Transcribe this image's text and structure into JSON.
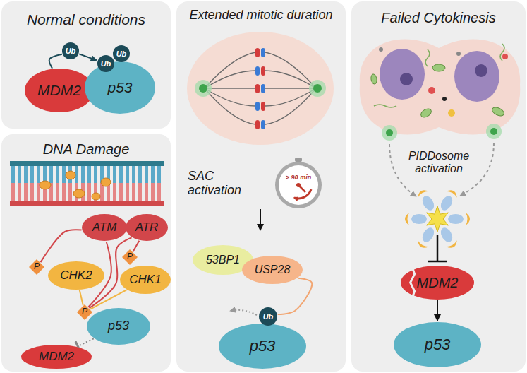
{
  "diagram": {
    "nodes": [
      {
        "text": [
          "Normal conditions"
        ]
      },
      {
        "text": [
          "MDM2"
        ],
        "in": 0
      },
      {
        "text": [
          "Ub"
        ],
        "in": 0
      },
      {
        "text": [
          "p53"
        ],
        "in": 0
      },
      {
        "text": [
          "Ub"
        ],
        "in": 0
      },
      {
        "text": [
          "Ub"
        ],
        "in": 0
      },
      {
        "text": [
          "DNA Damage"
        ]
      },
      {
        "text": [
          "ATM"
        ],
        "in": 6
      },
      {
        "text": [
          "ATR"
        ],
        "in": 6
      },
      {
        "text": [
          "CHK2"
        ],
        "in": 6
      },
      {
        "text": [
          "P"
        ],
        "in": 6
      },
      {
        "text": [
          "CHK1"
        ],
        "in": 6
      },
      {
        "text": [
          "P"
        ],
        "in": 6
      },
      {
        "text": [
          "p53"
        ],
        "in": 6
      },
      {
        "text": [
          "P"
        ],
        "in": 6
      },
      {
        "text": [
          "MDM2"
        ],
        "in": 6
      },
      {
        "text": [
          "Extended mitotic duration"
        ]
      },
      {
        "text": [
          "53BP1"
        ],
        "in": 16
      },
      {
        "text": [
          "USP28"
        ],
        "in": 16
      },
      {
        "text": [
          "Ub"
        ],
        "in": 16
      },
      {
        "text": [
          "p53"
        ],
        "in": 16
      },
      {
        "text": [
          "Failed Cytokinesis"
        ]
      },
      {
        "text": [
          "MDM2"
        ],
        "in": 21
      },
      {
        "text": [
          "p53"
        ],
        "in": 21
      }
    ],
    "edges": [
      {
        "from": 1,
        "to": 2,
        "arrow": "none"
      },
      {
        "from": 2,
        "to": 4,
        "arrow": "to"
      },
      {
        "from": 7,
        "to": 10,
        "arrow": "none"
      },
      {
        "from": 7,
        "to": 14,
        "arrow": "none"
      },
      {
        "from": 8,
        "to": 12,
        "arrow": "none"
      },
      {
        "from": 8,
        "to": 14,
        "arrow": "none"
      },
      {
        "from": 9,
        "to": 14,
        "arrow": "none"
      },
      {
        "from": 11,
        "to": 14,
        "arrow": "none"
      },
      {
        "from": 13,
        "to": 15,
        "arrow": "to"
      },
      {
        "from": 18,
        "to": 19,
        "arrow": "none"
      },
      {
        "from": 22,
        "to": 23,
        "arrow": "to"
      }
    ],
    "labels": [
      "SAC activation",
      "> 90 min",
      "PIDDosome activation"
    ]
  }
}
